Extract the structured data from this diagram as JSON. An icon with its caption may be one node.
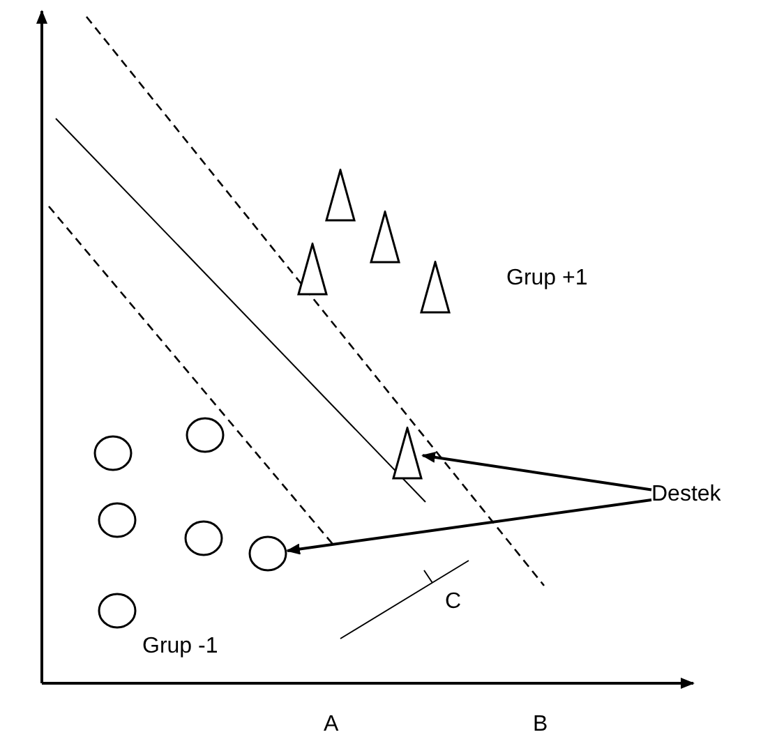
{
  "diagram": {
    "nodes": [
      {
        "text": [],
        "shape": "triangle"
      },
      {
        "text": [],
        "shape": "triangle"
      },
      {
        "text": [],
        "shape": "triangle"
      },
      {
        "text": [],
        "shape": "triangle"
      },
      {
        "text": [],
        "shape": "triangle"
      },
      {
        "text": [],
        "shape": "circle"
      },
      {
        "text": [],
        "shape": "circle"
      },
      {
        "text": [],
        "shape": "circle"
      },
      {
        "text": [],
        "shape": "circle"
      },
      {
        "text": [],
        "shape": "circle"
      },
      {
        "text": [],
        "shape": "circle"
      },
      {
        "text": [
          "Destek"
        ]
      }
    ],
    "edges": [
      {
        "from": 11,
        "to": 4,
        "arrow": "to"
      },
      {
        "from": 11,
        "to": 9,
        "arrow": "to"
      }
    ],
    "labels": [
      "Grup +1",
      "C",
      "Grup -1",
      "A",
      "B"
    ]
  }
}
